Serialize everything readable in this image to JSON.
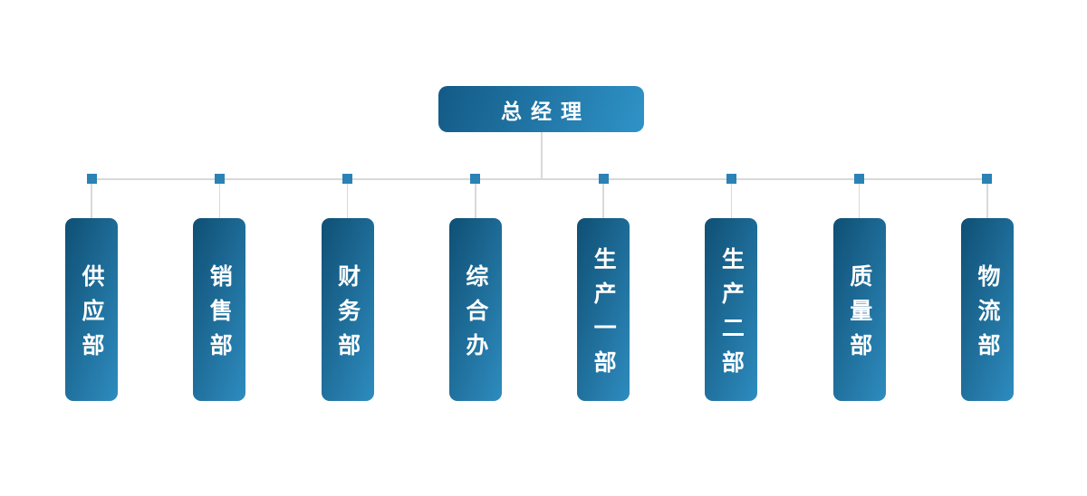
{
  "org_chart": {
    "root": {
      "label": "总经理"
    },
    "departments": [
      {
        "label": "供应部"
      },
      {
        "label": "销售部"
      },
      {
        "label": "财务部"
      },
      {
        "label": "综合办"
      },
      {
        "label": "生产一部"
      },
      {
        "label": "生产二部"
      },
      {
        "label": "质量部"
      },
      {
        "label": "物流部"
      }
    ]
  },
  "colors": {
    "root_gradient_start": "#135a86",
    "root_gradient_end": "#2f93c7",
    "dept_gradient_start": "#0f4f74",
    "dept_gradient_end": "#2e8cbf",
    "node_square": "#2a82b5",
    "connector_line": "#d9d9d9",
    "text": "#ffffff",
    "background": "#ffffff"
  }
}
